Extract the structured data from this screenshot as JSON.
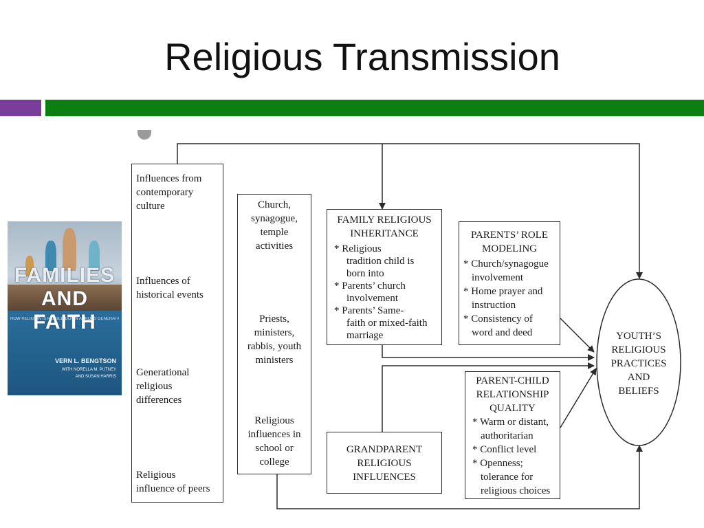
{
  "slide": {
    "title": "Religious Transmission"
  },
  "colors": {
    "accent_purple": "#7a3d9a",
    "accent_green": "#0b7f12",
    "line": "#2b2b2b"
  },
  "book_cover": {
    "title_line1": "FAMILIES",
    "title_line2": "AND FAITH",
    "subtitle": "HOW RELIGION IS PASSED DOWN ACROSS GENERATIONS",
    "author": "VERN L. BENGTSON",
    "coauthors_line1": "WITH NORELLA M. PUTNEY",
    "coauthors_line2": "AND SUSAN HARRIS"
  },
  "diagram": {
    "influences_box": {
      "items": [
        "Influences from",
        "contemporary",
        "culture",
        "Influences of",
        "historical events",
        "Generational",
        "religious",
        "differences",
        "Religious",
        "influence of peers"
      ]
    },
    "institutions_box": {
      "items": [
        "Church,",
        "synagogue,",
        "temple",
        "activities",
        "Priests,",
        "ministers,",
        "rabbis, youth",
        "ministers",
        "Religious",
        "influences in",
        "school or",
        "college"
      ]
    },
    "family_box": {
      "title_line1": "FAMILY RELIGIOUS",
      "title_line2": "INHERITANCE",
      "lines": [
        "* Religious",
        "tradition child is",
        "born into",
        "* Parents’ church",
        "involvement",
        "* Parents’ Same-",
        "faith or mixed-faith",
        "marriage"
      ]
    },
    "role_box": {
      "title_line1": "PARENTS’ ROLE",
      "title_line2": "MODELING",
      "lines": [
        "* Church/synagogue",
        "involvement",
        "* Home prayer and",
        "instruction",
        "* Consistency of",
        "word and deed"
      ]
    },
    "grandparent_box": {
      "lines": [
        "GRANDPARENT",
        "RELIGIOUS",
        "INFLUENCES"
      ]
    },
    "relationship_box": {
      "title_lines": [
        "PARENT-CHILD",
        "RELATIONSHIP",
        "QUALITY"
      ],
      "lines": [
        "* Warm or distant,",
        "authoritarian",
        "* Conflict level",
        "* Openness;",
        "tolerance for",
        "religious choices"
      ]
    },
    "youth_ellipse": {
      "lines": [
        "YOUTH’S",
        "RELIGIOUS",
        "PRACTICES",
        "AND",
        "BELIEFS"
      ]
    }
  }
}
